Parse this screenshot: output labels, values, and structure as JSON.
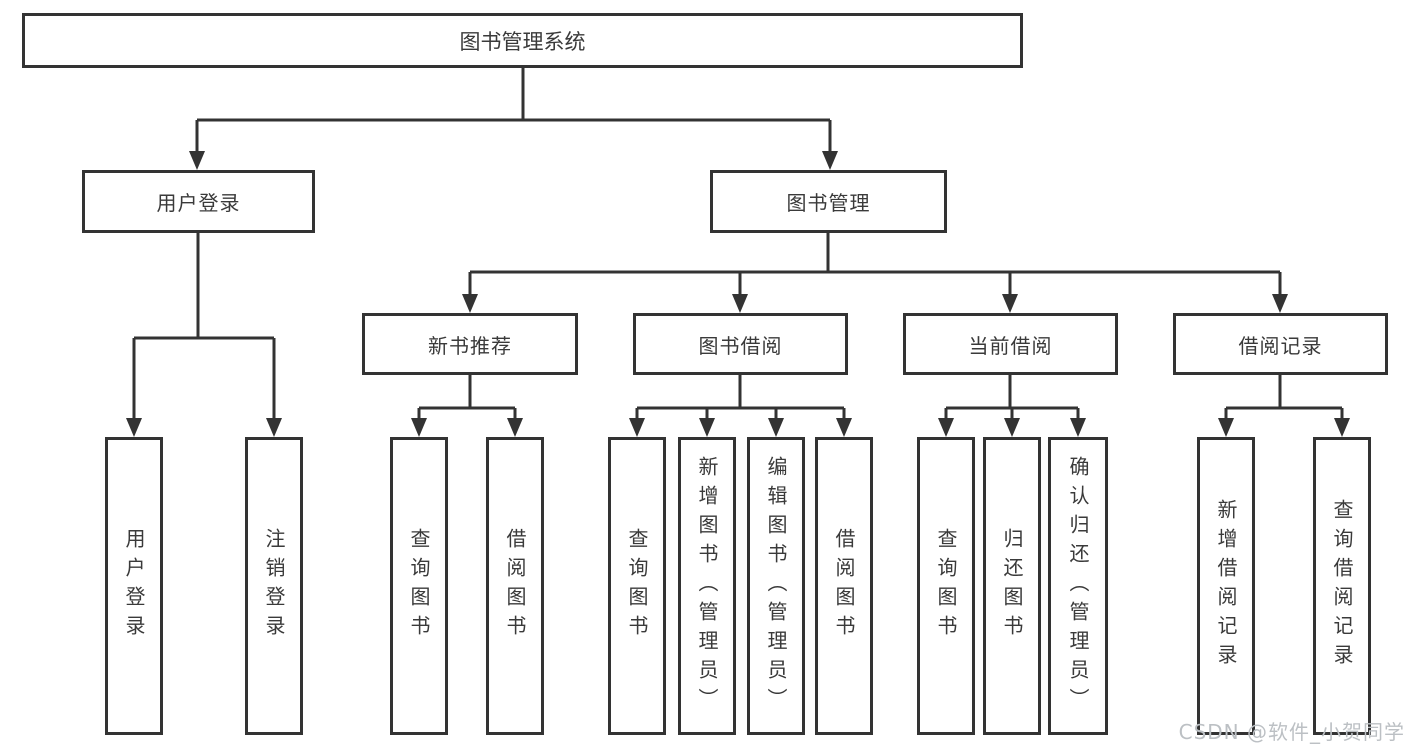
{
  "tree": {
    "root": "图书管理系统",
    "user_login": {
      "label": "用户登录",
      "children": [
        "用户登录",
        "注销登录"
      ]
    },
    "book_management": {
      "label": "图书管理",
      "modules": [
        {
          "label": "新书推荐",
          "children": [
            "查询图书",
            "借阅图书"
          ]
        },
        {
          "label": "图书借阅",
          "children": [
            "查询图书",
            "新增图书（管理员）",
            "编辑图书（管理员）",
            "借阅图书"
          ]
        },
        {
          "label": "当前借阅",
          "children": [
            "查询图书",
            "归还图书",
            "确认归还（管理员）"
          ]
        },
        {
          "label": "借阅记录",
          "children": [
            "新增借阅记录",
            "查询借阅记录"
          ]
        }
      ]
    }
  },
  "watermark": "CSDN @软件_小贺同学",
  "colors": {
    "line": "#333333",
    "text": "#3a3a3a",
    "watermark": "#bcc0c4",
    "background": "#ffffff"
  }
}
